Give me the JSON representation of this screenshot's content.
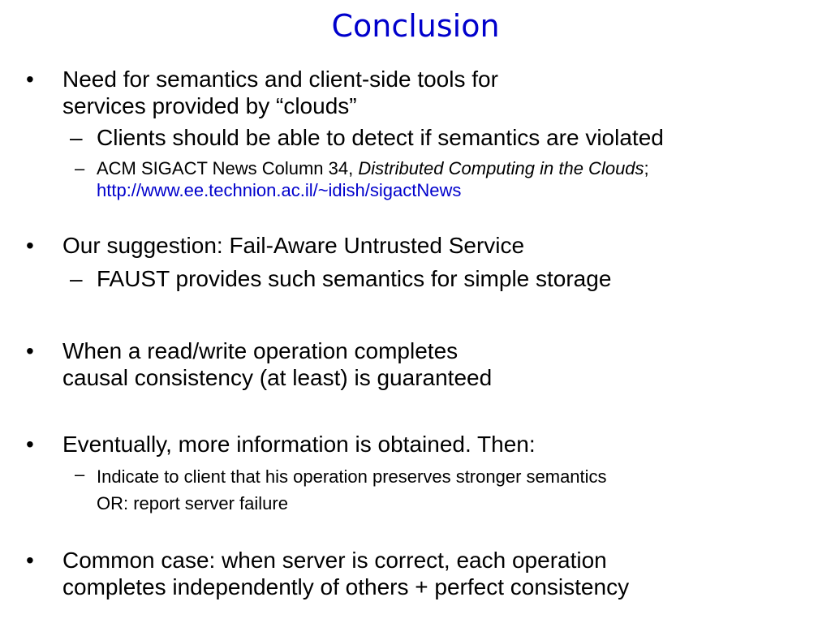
{
  "title": "Conclusion",
  "bullet_char": "•",
  "dash_char": "–",
  "items": [
    {
      "lines": [
        "Need for semantics and client-side tools for",
        "services provided by “clouds”"
      ],
      "sub": [
        {
          "text": "Clients should be able to detect if semantics are violated"
        },
        {
          "prefix": "ACM SIGACT News Column 34, ",
          "emphasis": "Distributed Computing in the Clouds",
          "suffix": ";",
          "link": "http://www.ee.technion.ac.il/~idish/sigactNews"
        }
      ]
    },
    {
      "lines": [
        "Our suggestion: Fail-Aware Untrusted Service"
      ],
      "sub": [
        {
          "text": "FAUST provides such semantics for simple storage"
        }
      ]
    },
    {
      "lines": [
        "When a read/write operation completes",
        "causal consistency (at least) is guaranteed"
      ]
    },
    {
      "lines": [
        "Eventually, more information is obtained. Then:"
      ],
      "sub": [
        {
          "lines": [
            "Indicate to client that his operation preserves stronger semantics",
            "OR: report server failure"
          ]
        }
      ]
    },
    {
      "lines": [
        "Common case: when server is correct, each operation",
        "completes independently of others + perfect consistency"
      ]
    }
  ]
}
